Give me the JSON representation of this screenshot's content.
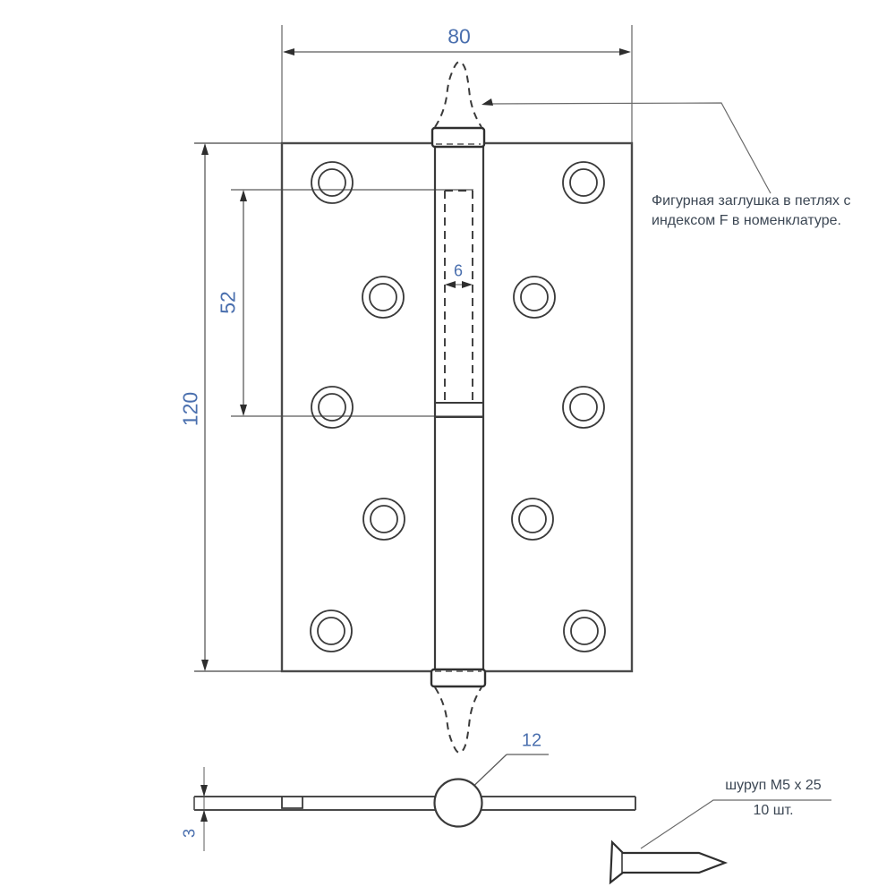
{
  "drawing": {
    "type": "technical-drawing",
    "subject": "door hinge with figured finial plug, front view and bottom section view, plus mounting screw",
    "dimensions": {
      "plate_width_mm": "80",
      "plate_height_mm": "120",
      "hole_row_spacing_mm": "52",
      "pin_insert_width_mm": "6",
      "knuckle_diameter_mm": "12",
      "plate_thickness_mm": "3"
    },
    "annotations": {
      "finial_note_line1": "Фигурная заглушка в петлях с",
      "finial_note_line2": "индексом F в номенклатуре.",
      "screw_label": "шуруп M5 x 25",
      "screw_qty": "10 шт."
    },
    "colors": {
      "outline": "#4a4a4a",
      "thin_line": "#5a5a5a",
      "extension_line": "#8a8a8a",
      "dimension_text": "#4a6fae",
      "note_text": "#3c4754",
      "background": "#ffffff"
    },
    "counts": {
      "screw_holes": 10
    }
  }
}
